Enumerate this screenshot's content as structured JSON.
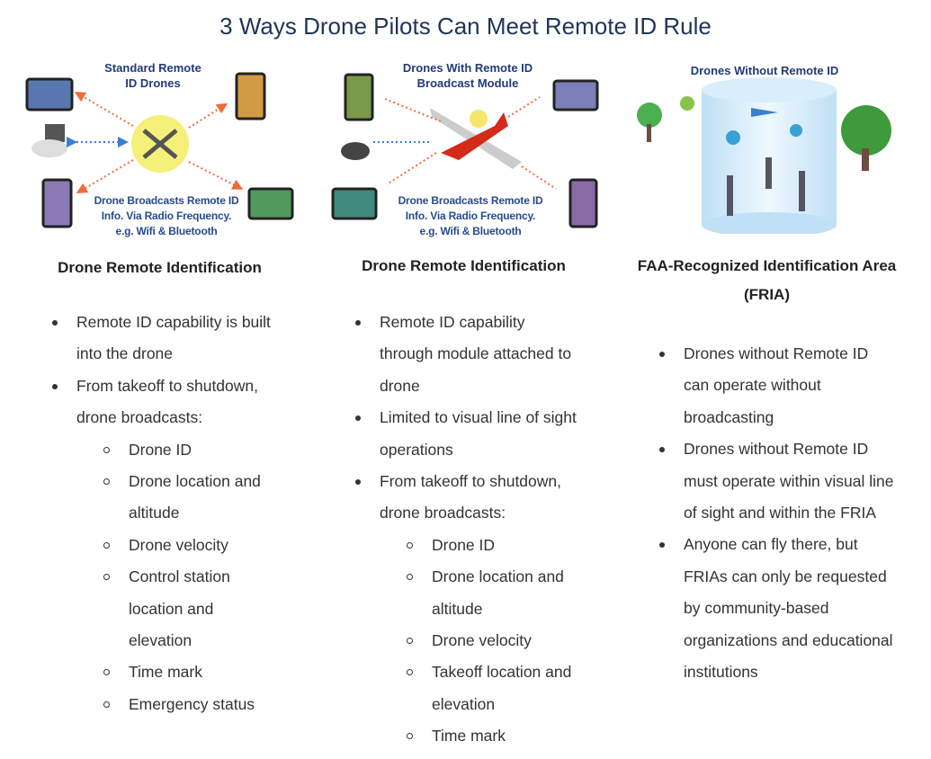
{
  "title": "3 Ways Drone Pilots Can Meet Remote ID Rule",
  "columns": [
    {
      "image_caption": [
        "Standard Remote",
        "ID Drones"
      ],
      "image_note": [
        "Drone Broadcasts Remote ID",
        "Info. Via Radio Frequency.",
        "e.g. Wifi & Bluetooth"
      ],
      "heading": "Drone Remote Identification",
      "bullets": [
        "Remote ID capability is built into the drone",
        "From takeoff to shutdown, drone broadcasts:"
      ],
      "sub_bullets": [
        "Drone ID",
        "Drone location and altitude",
        "Drone velocity",
        "Control station location and elevation",
        "Time mark",
        "Emergency status"
      ]
    },
    {
      "image_caption": [
        "Drones With Remote ID",
        "Broadcast Module"
      ],
      "image_note": [
        "Drone Broadcasts Remote ID",
        "Info. Via Radio Frequency.",
        "e.g. Wifi & Bluetooth"
      ],
      "heading": "Drone Remote Identification",
      "bullets": [
        "Remote ID capability through module attached to drone",
        "Limited to visual line of sight operations",
        "From takeoff to shutdown, drone broadcasts:"
      ],
      "sub_bullets": [
        "Drone ID",
        "Drone location and altitude",
        "Drone velocity",
        "Takeoff location and elevation",
        "Time mark"
      ]
    },
    {
      "image_caption": [
        "Drones Without Remote ID"
      ],
      "heading": "FAA-Recognized Identification Area (FRIA)",
      "bullets": [
        "Drones without Remote ID can operate without broadcasting",
        "Drones without Remote ID must operate within visual line of sight and within the FRIA",
        "Anyone can fly there, but FRIAs can only be requested by community-based organizations and educational institutions"
      ]
    }
  ]
}
